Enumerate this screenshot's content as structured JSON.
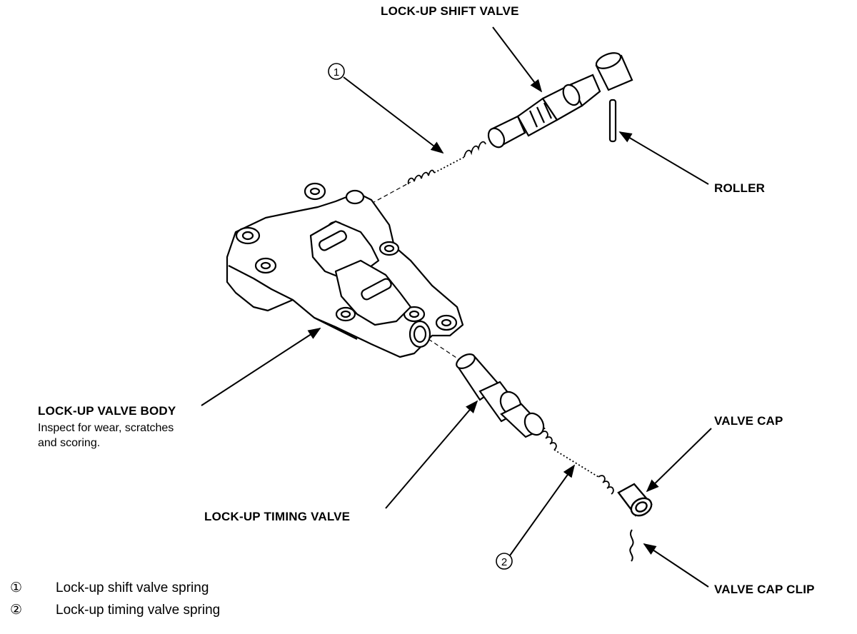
{
  "labels": {
    "shift_valve": "LOCK-UP SHIFT VALVE",
    "roller": "ROLLER",
    "valve_body": "LOCK-UP VALVE BODY",
    "valve_body_note_1": "Inspect for wear, scratches",
    "valve_body_note_2": "and scoring.",
    "timing_valve": "LOCK-UP TIMING VALVE",
    "valve_cap": "VALVE CAP",
    "valve_cap_clip": "VALVE CAP CLIP",
    "callout_1": "1",
    "callout_2": "2"
  },
  "legend": [
    {
      "number": "①",
      "text": "Lock-up shift valve spring"
    },
    {
      "number": "②",
      "text": "Lock-up timing valve spring"
    }
  ]
}
